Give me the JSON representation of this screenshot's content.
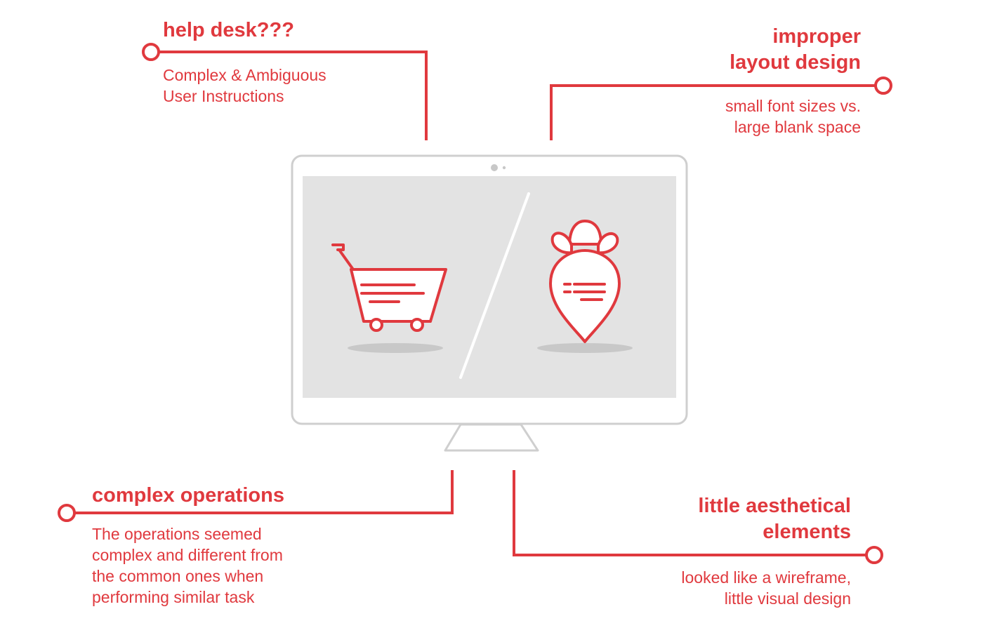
{
  "colors": {
    "accent": "#e0393e",
    "frame": "#cfcfcf",
    "screen": "#e3e3e3",
    "shadow": "#c8c8c8",
    "divider": "#ffffff"
  },
  "monitor": {
    "left_icon": "shopping-cart-icon",
    "right_icon": "radish-icon",
    "divider": "slash"
  },
  "callouts": {
    "help_desk": {
      "heading": "help desk???",
      "description": "Complex & Ambiguous\nUser Instructions"
    },
    "layout_design": {
      "heading": "improper\nlayout design",
      "description": "small font sizes vs.\nlarge blank space"
    },
    "complex_operations": {
      "heading": "complex operations",
      "description": "The operations seemed\ncomplex and different from\nthe common ones when\nperforming similar task"
    },
    "aesthetic": {
      "heading": "little aesthetical\nelements",
      "description": "looked like a wireframe,\nlittle visual design"
    }
  }
}
